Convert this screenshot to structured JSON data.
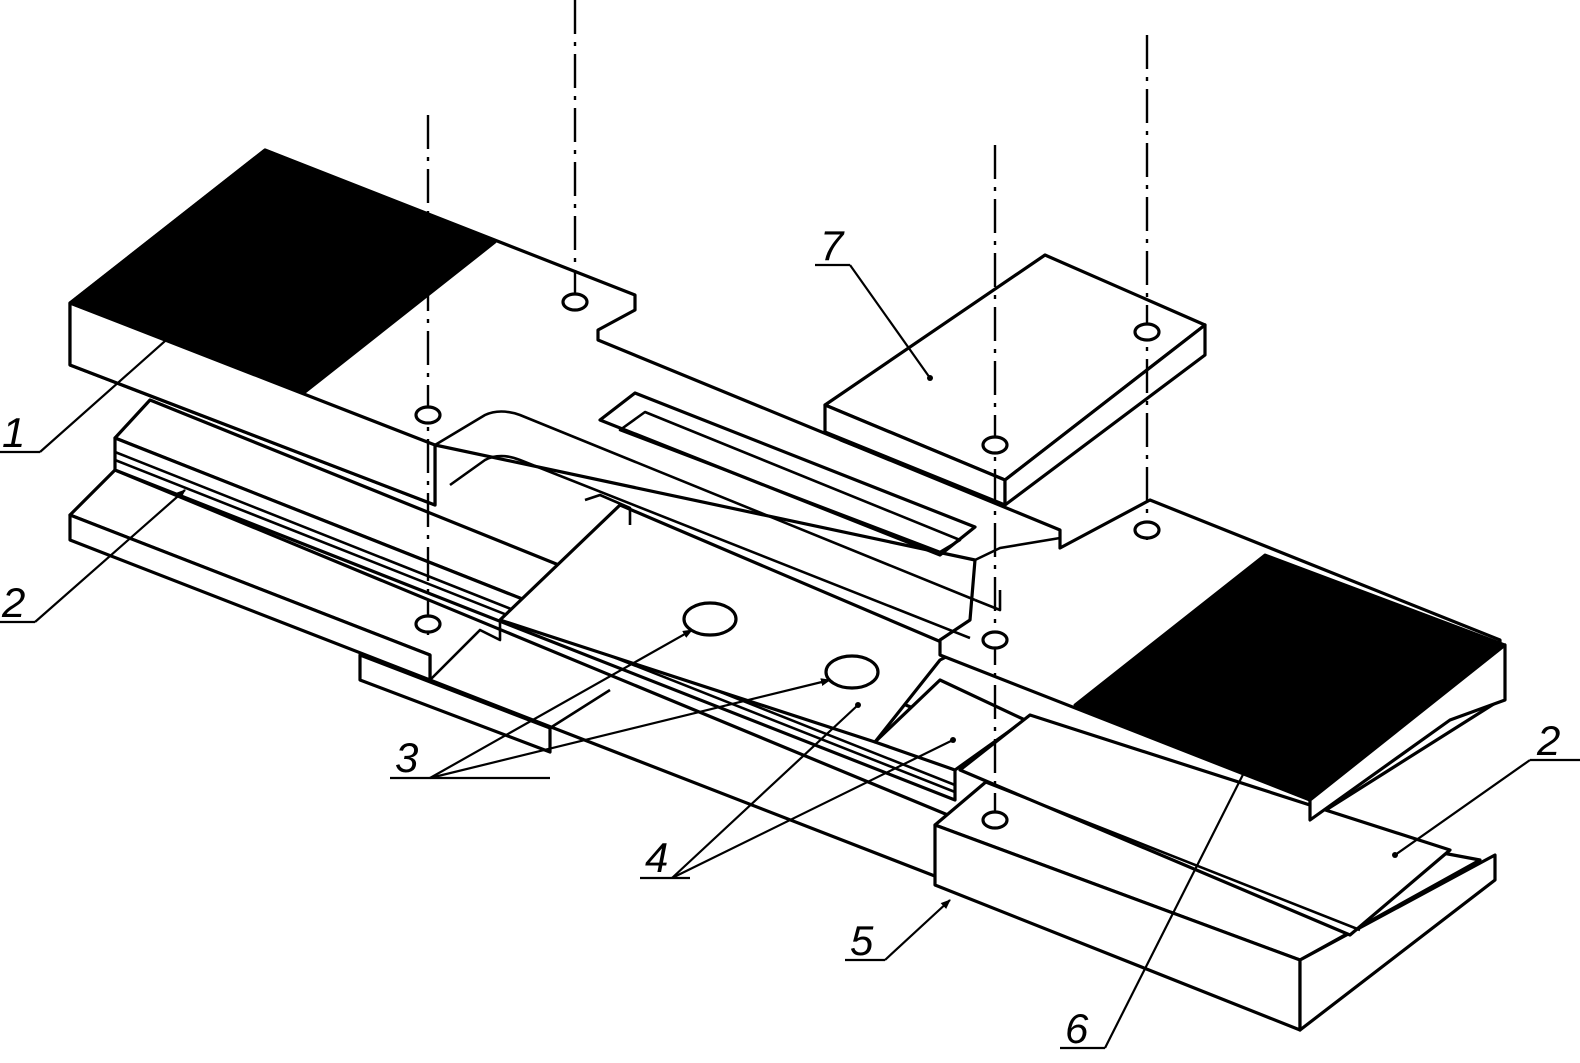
{
  "figure": {
    "type": "exploded-isometric-assembly-drawing",
    "colors": {
      "line": "#000000",
      "background": "#ffffff",
      "shaded_zone": "#000000"
    },
    "callouts": [
      {
        "id": "label-1",
        "text": "1"
      },
      {
        "id": "label-2-left",
        "text": "2"
      },
      {
        "id": "label-2-right",
        "text": "2"
      },
      {
        "id": "label-3",
        "text": "3"
      },
      {
        "id": "label-4",
        "text": "4"
      },
      {
        "id": "label-5",
        "text": "5"
      },
      {
        "id": "label-6",
        "text": "6"
      },
      {
        "id": "label-7",
        "text": "7"
      }
    ]
  }
}
